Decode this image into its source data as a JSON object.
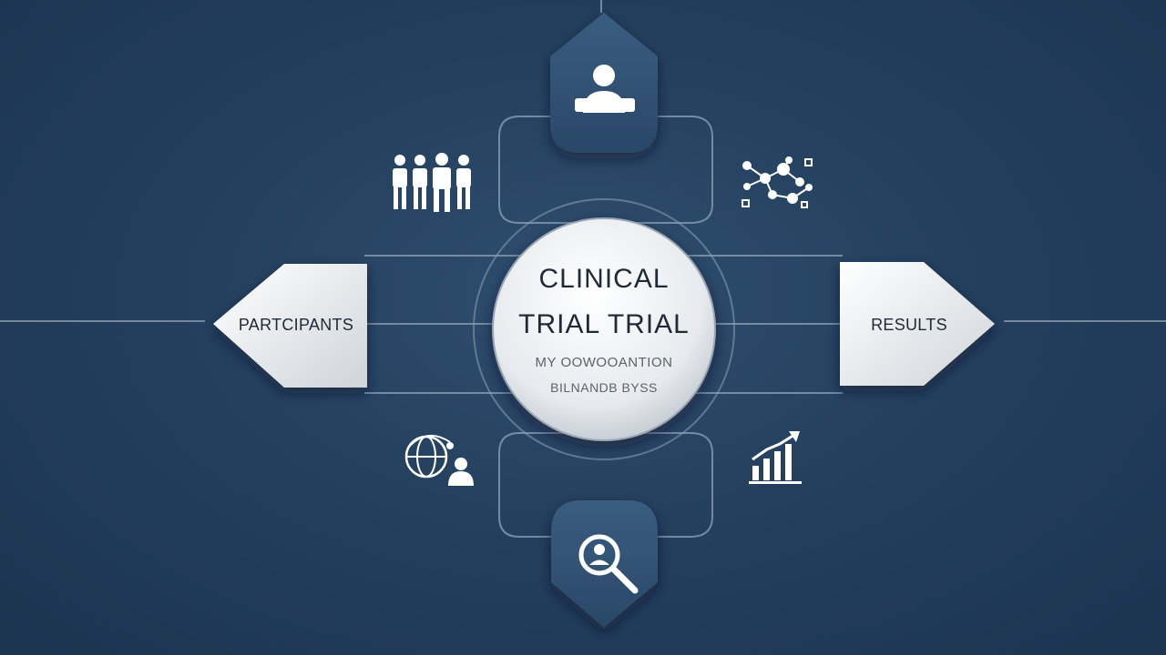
{
  "diagram": {
    "center": {
      "title_line1": "CLINICAL",
      "title_line2": "TRIAL TRIAL",
      "subtitle_line1": "MY OOWOOANTION",
      "subtitle_line2": "BILNANDB BYSS"
    },
    "left_node": {
      "label": "PARTCIPANTS"
    },
    "right_node": {
      "label": "RESULTS"
    },
    "top_node": {
      "icon": "person-laptop-icon"
    },
    "bottom_node": {
      "icon": "search-person-icon"
    },
    "side_icons": [
      "people-group-icon",
      "molecule-network-icon",
      "globe-person-icon",
      "bar-chart-growth-icon"
    ]
  }
}
